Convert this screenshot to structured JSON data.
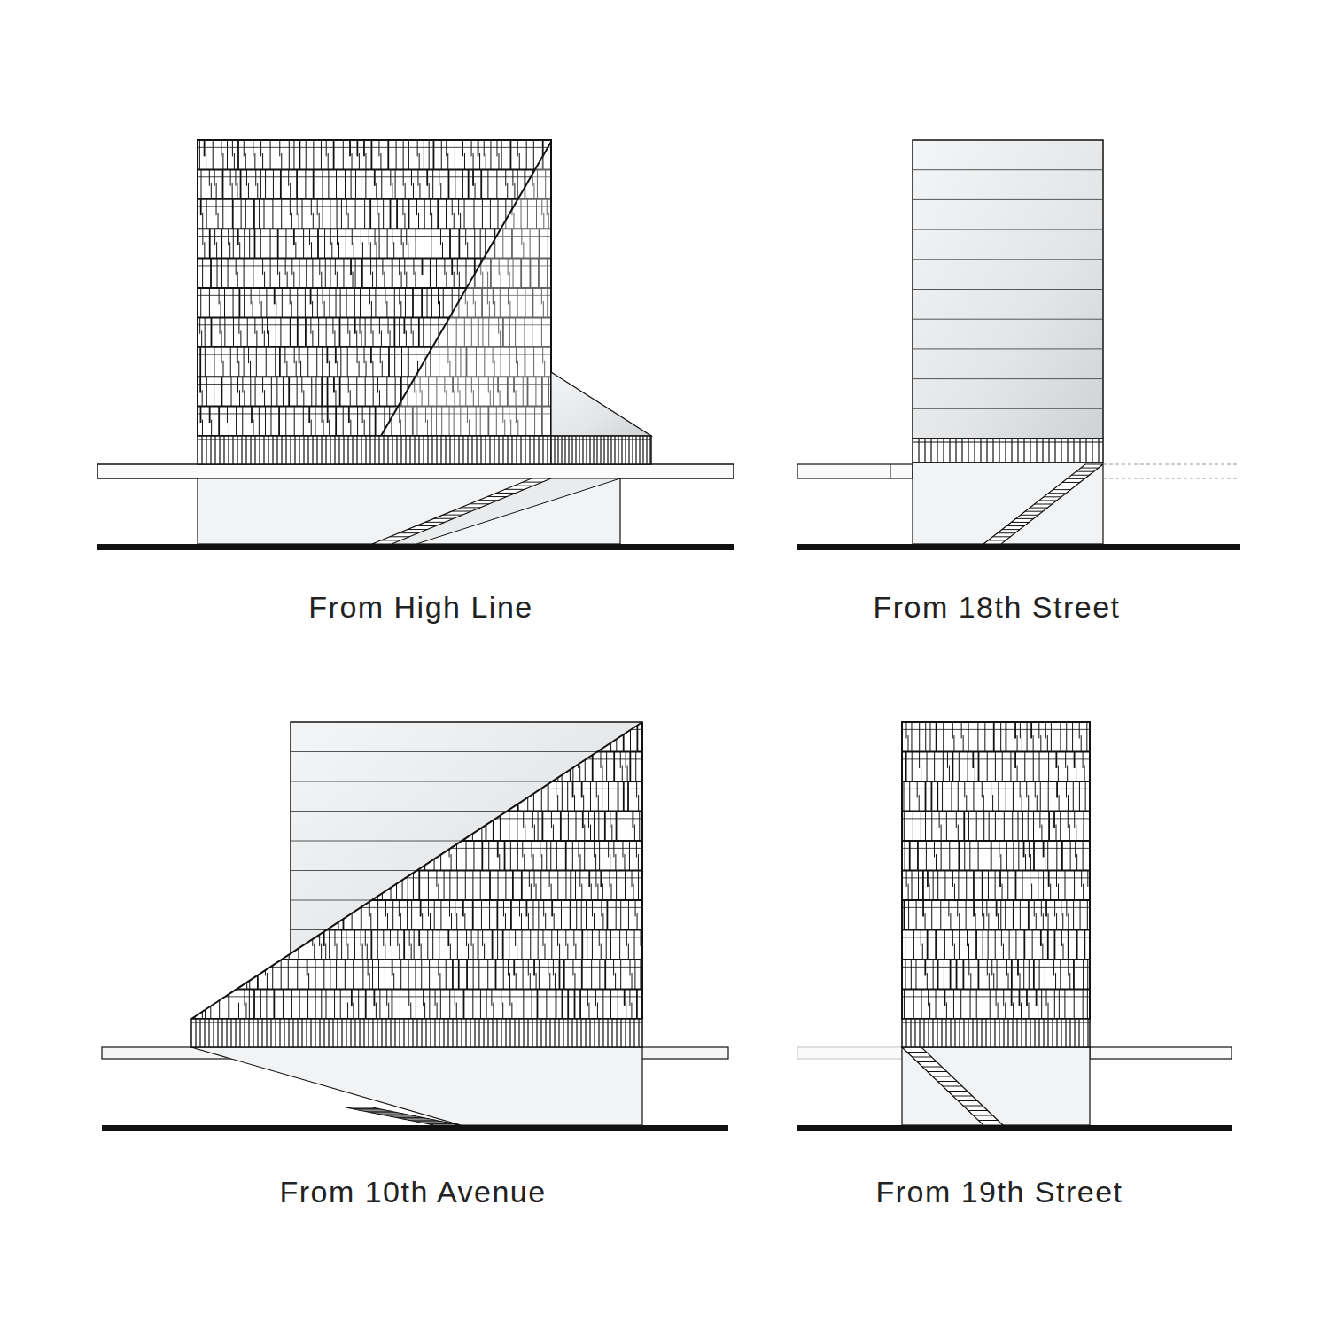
{
  "diagram": {
    "labels": [
      "From High Line",
      "From 18th Street",
      "From 10th Avenue",
      "From 19th Street"
    ]
  }
}
